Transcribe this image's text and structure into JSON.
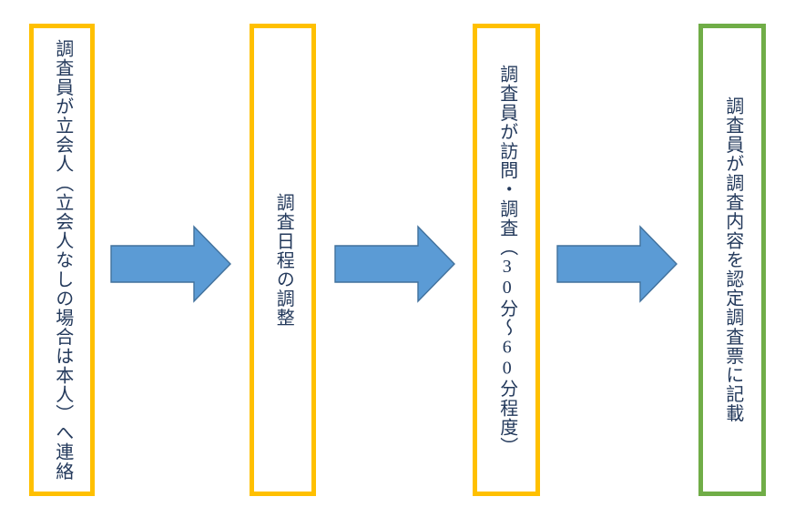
{
  "diagram": {
    "type": "process-flow",
    "orientation": "horizontal-left-to-right",
    "text_direction": "vertical-rl-japanese",
    "colors": {
      "box_border_orange": "#FFC000",
      "box_border_green": "#70AD47",
      "arrow_fill": "#5B9BD5",
      "arrow_outline": "#41719C",
      "text": "#23395B",
      "background": "#FFFFFF"
    },
    "steps": [
      {
        "index": 1,
        "label": "調査員が立会人（立会人なしの場合は本人）へ連絡",
        "border_color": "#FFC000"
      },
      {
        "index": 2,
        "label": "調査日程の調整",
        "border_color": "#FFC000"
      },
      {
        "index": 3,
        "label": "調査員が訪問・調査（30分～60分程度）",
        "border_color": "#FFC000"
      },
      {
        "index": 4,
        "label": "調査員が調査内容を認定調査票に記載",
        "border_color": "#70AD47"
      }
    ],
    "connectors": [
      {
        "index": 1,
        "icon": "right-arrow-icon",
        "from_step": 1,
        "to_step": 2
      },
      {
        "index": 2,
        "icon": "right-arrow-icon",
        "from_step": 2,
        "to_step": 3
      },
      {
        "index": 3,
        "icon": "right-arrow-icon",
        "from_step": 3,
        "to_step": 4
      }
    ]
  }
}
